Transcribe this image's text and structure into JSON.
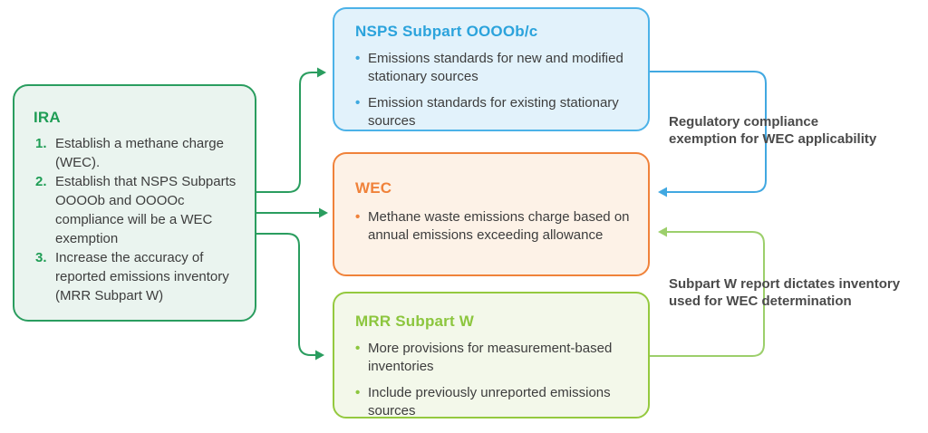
{
  "bullet_glyph": "•",
  "colors": {
    "ira_green": "#1f9d55",
    "ira_border": "#2a9d5f",
    "ira_bg": "#eaf4ef",
    "nsps_blue": "#2ba3dc",
    "nsps_border": "#4cb2e8",
    "nsps_bg": "#e2f2fb",
    "wec_orange": "#f0823a",
    "wec_bg": "#fdf2e7",
    "mrr_green": "#8cc63e",
    "mrr_border": "#94c93f",
    "mrr_bg": "#f3f8ea",
    "arrow_dark_green": "#2a9d5f",
    "arrow_blue": "#41a8e1",
    "arrow_light_green": "#9ccf6b",
    "body_text": "#3d3d3d",
    "annotation_text": "#4a4a4a"
  },
  "ira": {
    "title": "IRA",
    "items": [
      {
        "num": "1.",
        "text": "Establish a methane charge (WEC)."
      },
      {
        "num": "2.",
        "text": "Establish that NSPS Subparts OOOOb and OOOOc compliance will be a WEC exemption"
      },
      {
        "num": "3.",
        "text": "Increase the accuracy of reported emissions inventory (MRR Subpart W)"
      }
    ]
  },
  "nsps": {
    "title": "NSPS Subpart OOOOb/c",
    "bullets": [
      "Emissions standards for new and modified stationary sources",
      "Emission standards for existing stationary sources"
    ]
  },
  "wec": {
    "title": "WEC",
    "bullets": [
      "Methane waste emissions charge based on annual emissions exceeding allowance"
    ]
  },
  "mrr": {
    "title": "MRR Subpart W",
    "bullets": [
      "More provisions for measurement-based inventories",
      "Include previously unreported emissions sources"
    ]
  },
  "annotations": {
    "regulatory": {
      "line1": "Regulatory compliance",
      "line2": "exemption for WEC applicability"
    },
    "subpartw": {
      "line1": "Subpart W report dictates inventory",
      "line2": "used for WEC determination"
    }
  }
}
